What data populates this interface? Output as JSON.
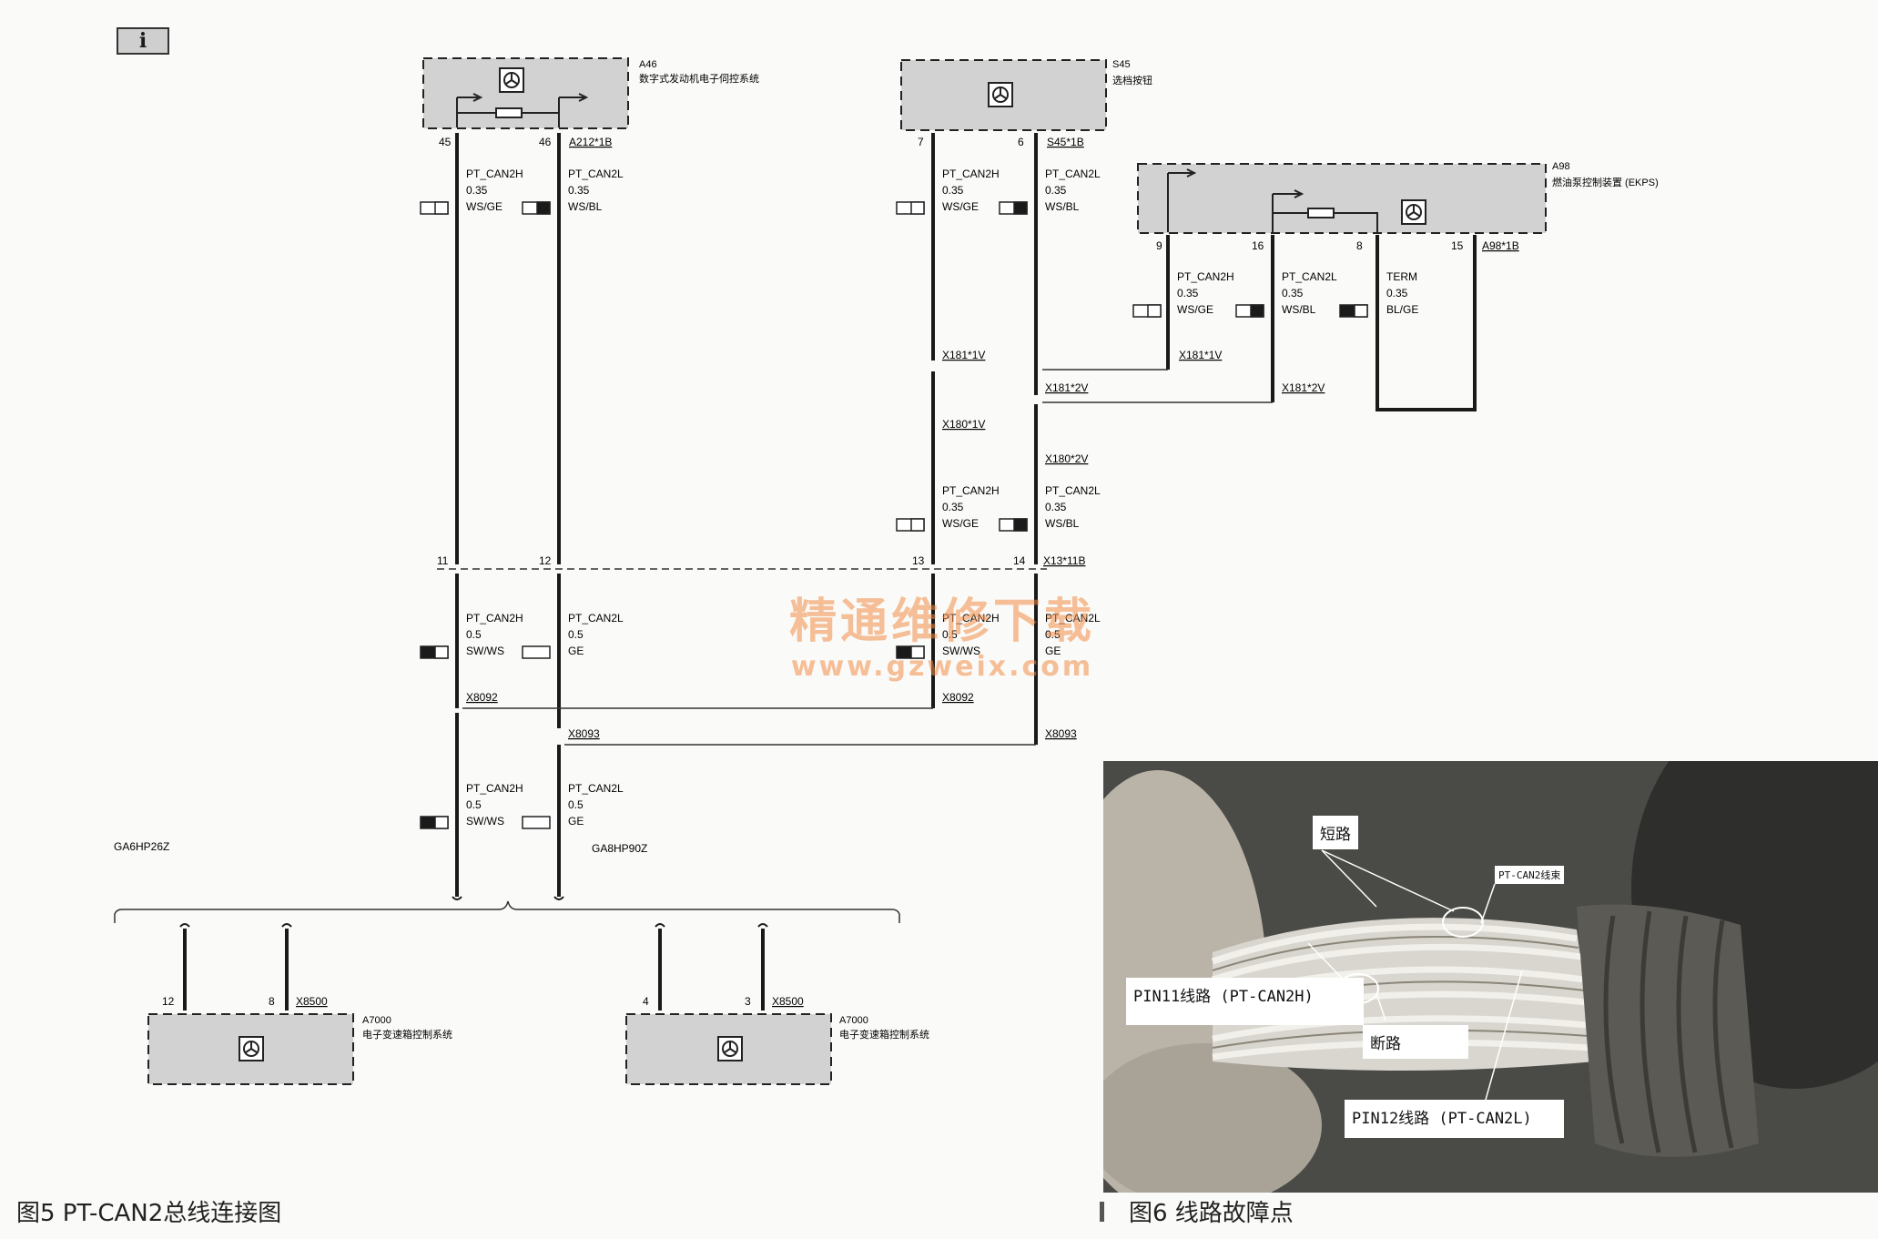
{
  "info_icon": "i",
  "watermark": {
    "line1": "精通维修下载",
    "line2": "www.gzweix.com"
  },
  "captions": {
    "fig5": "图5  PT-CAN2总线连接图",
    "fig6": "图6  线路故障点"
  },
  "modules": {
    "a46": {
      "id": "A46",
      "name": "数字式发动机电子伺控系统",
      "connector": "A212*1B",
      "pin_h": "45",
      "pin_l": "46"
    },
    "s45": {
      "id": "S45",
      "name": "选档按钮",
      "connector": "S45*1B",
      "pin_h": "7",
      "pin_l": "6"
    },
    "a98": {
      "id": "A98",
      "name": "燃油泵控制装置 (EKPS)",
      "connector": "A98*1B",
      "pin_h": "9",
      "pin_l": "16",
      "pin_term_a": "8",
      "pin_term_b": "15"
    },
    "a7000_left": {
      "id": "A7000",
      "name": "电子变速箱控制系统",
      "connector": "X8500",
      "pin_h": "12",
      "pin_l": "8"
    },
    "a7000_right": {
      "id": "A7000",
      "name": "电子变速箱控制系统",
      "connector": "X8500",
      "pin_h": "4",
      "pin_l": "3"
    }
  },
  "wires": {
    "can2h_035": {
      "name": "PT_CAN2H",
      "gauge": "0.35",
      "color": "WS/GE"
    },
    "can2l_035": {
      "name": "PT_CAN2L",
      "gauge": "0.35",
      "color": "WS/BL"
    },
    "term": {
      "name": "TERM",
      "gauge": "0.35",
      "color": "BL/GE"
    },
    "can2h_05": {
      "name": "PT_CAN2H",
      "gauge": "0.5",
      "color": "SW/WS"
    },
    "can2l_05": {
      "name": "PT_CAN2L",
      "gauge": "0.5",
      "color": "GE"
    }
  },
  "connectors": {
    "x181_1v": "X181*1V",
    "x181_2v": "X181*2V",
    "x180_1v": "X180*1V",
    "x180_2v": "X180*2V",
    "x13_11b": "X13*11B",
    "x8092": "X8092",
    "x8093": "X8093"
  },
  "x13_pins": [
    "11",
    "12",
    "13",
    "14"
  ],
  "variants": {
    "ga6": "GA6HP26Z",
    "ga8": "GA8HP90Z"
  },
  "photo_labels": {
    "short": "短路",
    "harness": "PT-CAN2线束",
    "pin11": "PIN11线路 (PT-CAN2H)",
    "open": "断路",
    "pin12": "PIN12线路 (PT-CAN2L)"
  },
  "colors": {
    "module_fill": "#d2d2d2",
    "wire": "#1a1a1a",
    "watermark": "#f08c46"
  }
}
